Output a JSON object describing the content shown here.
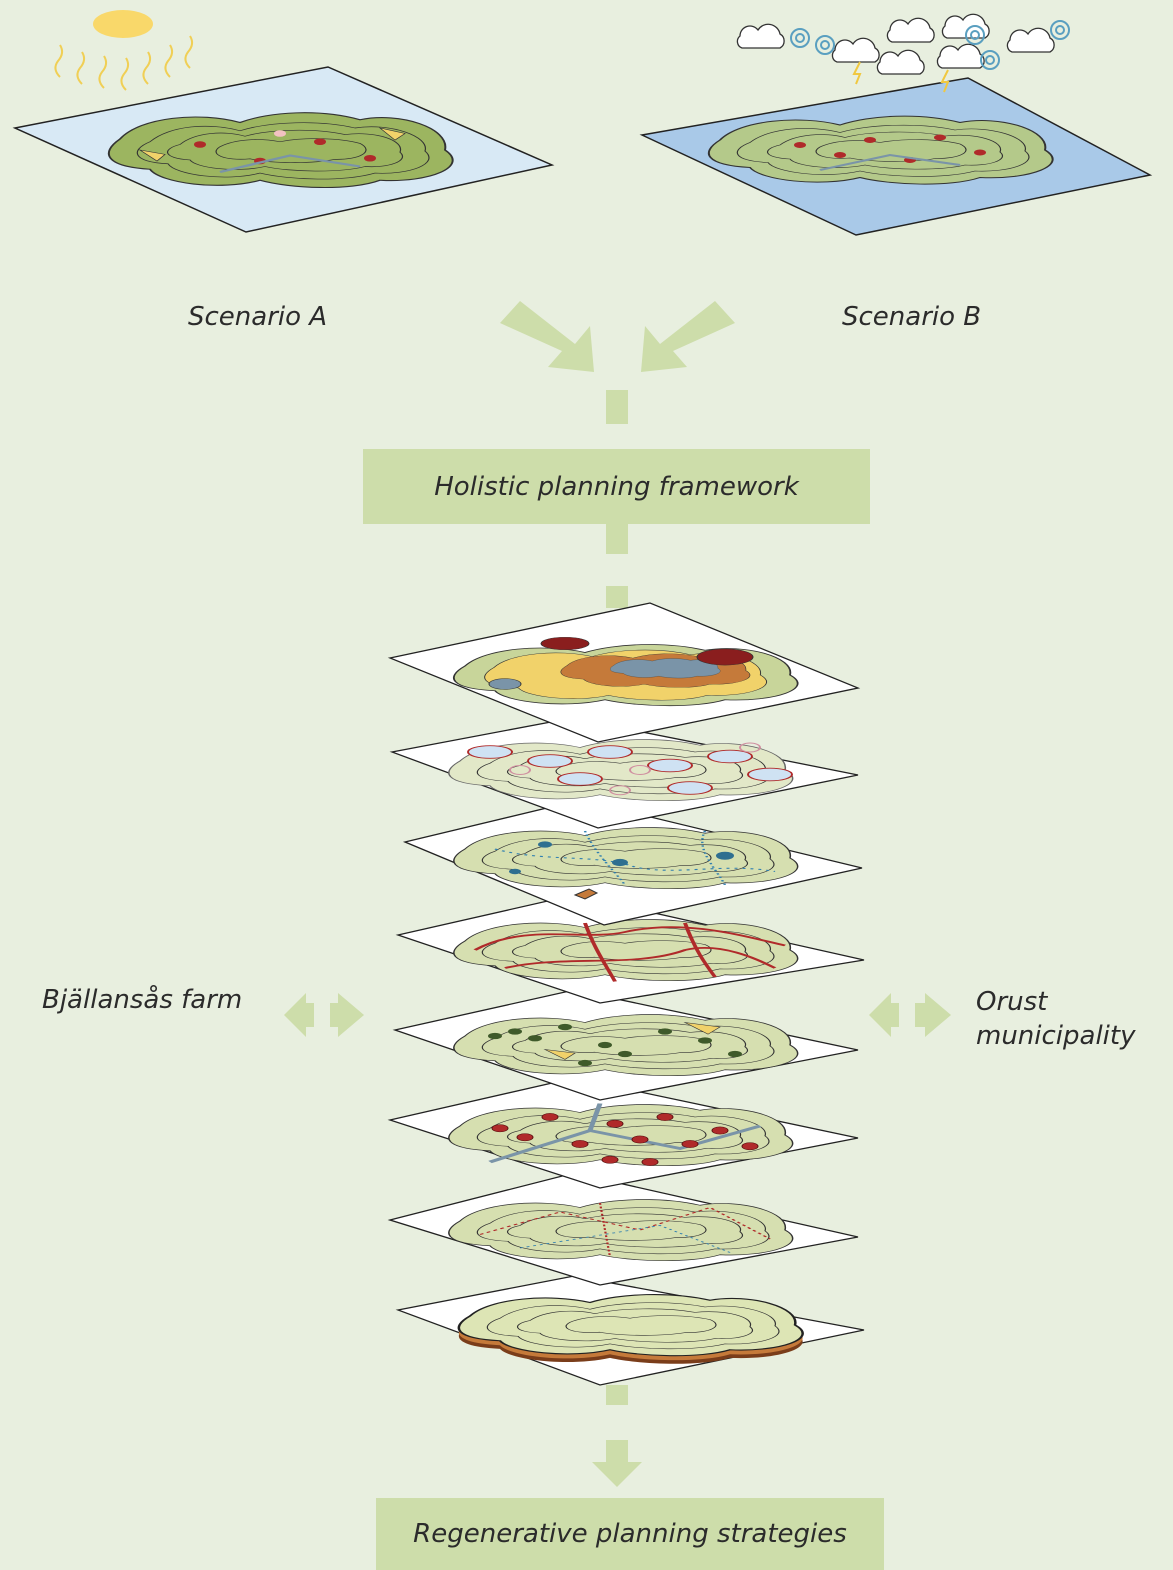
{
  "scenarios": {
    "a_label": "Scenario A",
    "b_label": "Scenario B"
  },
  "framework": {
    "label": "Holistic planning framework"
  },
  "output": {
    "label": "Regenerative planning strategies"
  },
  "sides": {
    "left_label": "Bjällansås farm",
    "right_label_line1": "Orust",
    "right_label_line2": "municipality"
  },
  "colors": {
    "background": "#e8efdf",
    "box_fill": "#cdddaa",
    "arrow_fill": "#cdddaa",
    "land_green": "#c8d59a",
    "land_dark_green": "#8fae5a",
    "water_light": "#d8e9f5",
    "water_blue": "#a9c9e8",
    "road_red": "#b02a2a",
    "stream_blue": "#2f7fb0",
    "soil_brown": "#c57a3a"
  },
  "layers": [
    "topography-layer",
    "climate-layer",
    "water-layer",
    "roads-layer",
    "vegetation-layer",
    "settlement-layer",
    "paths-layer",
    "soil-layer"
  ]
}
